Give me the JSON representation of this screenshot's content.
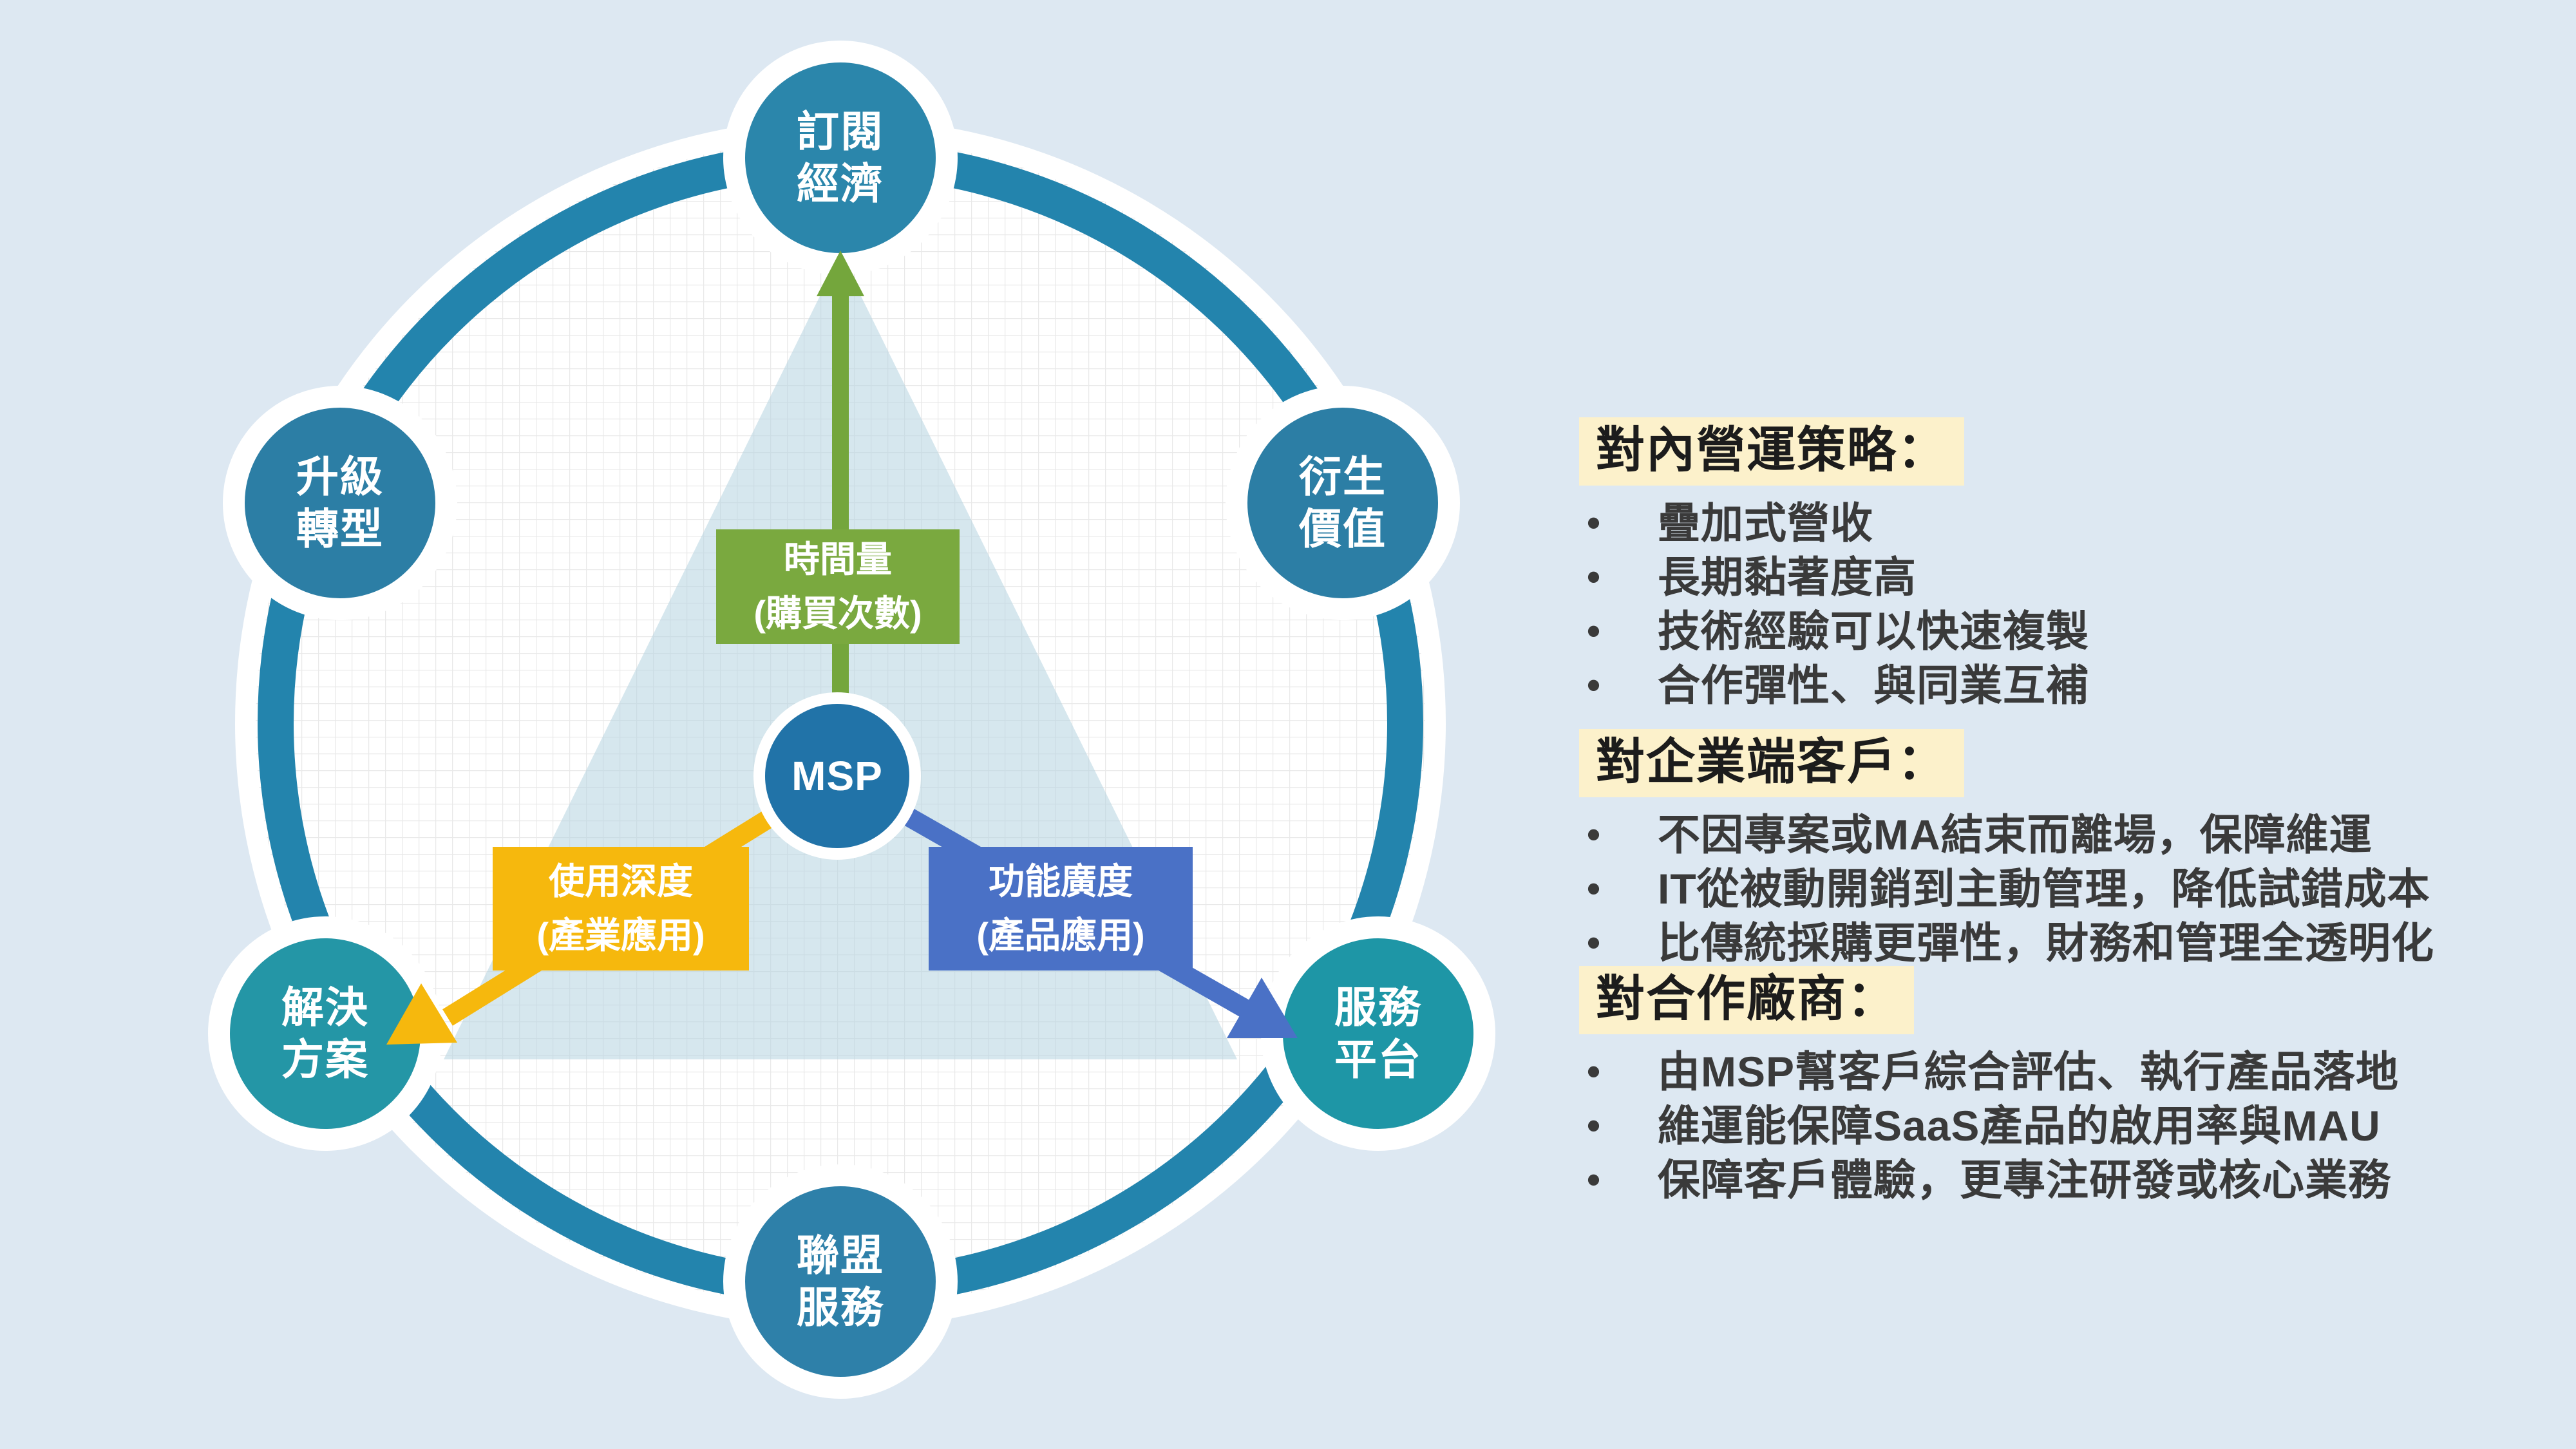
{
  "colors": {
    "background": "#dde8f2",
    "ring": "#2384ad",
    "ring_outer_band": "#ffffff",
    "circle_fill": "#ffffff",
    "grid_line": "#e9e9e9",
    "triangle_fill": "#b5d4e0",
    "node_top": "#2b86ab",
    "node_upper_left": "#2c7ea5",
    "node_upper_right": "#2c7ea5",
    "node_bottom_left": "#2496a6",
    "node_bottom_right": "#1e96a6",
    "node_bottom": "#2e80a9",
    "node_center": "#2173a8",
    "arrow_green": "#74a63c",
    "green_box": "#7aa93f",
    "arrow_yellow": "#f6b80d",
    "arrow_blue": "#4a71c6",
    "section_highlight": "#fcf1cb",
    "header_text": "#1c1c1c",
    "bullet_text": "#3a3a3a"
  },
  "diagram": {
    "center_node": {
      "label": "MSP"
    },
    "nodes": [
      {
        "id": "subscription-economy",
        "label": "訂閱\n經濟"
      },
      {
        "id": "upgrade-transformation",
        "label": "升級\n轉型"
      },
      {
        "id": "derived-value",
        "label": "衍生\n價值"
      },
      {
        "id": "solutions",
        "label": "解決\n方案"
      },
      {
        "id": "service-platform",
        "label": "服務\n平台"
      },
      {
        "id": "alliance-services",
        "label": "聯盟\n服務"
      }
    ],
    "axes": [
      {
        "id": "time-axis",
        "label": "時間量\n(購買次數)"
      },
      {
        "id": "depth-axis",
        "label": "使用深度\n(產業應用)"
      },
      {
        "id": "breadth-axis",
        "label": "功能廣度\n(產品應用)"
      }
    ]
  },
  "panel": {
    "bullet_char": "•",
    "sections": [
      {
        "title": "對內營運策略：",
        "bullets": [
          "疊加式營收",
          "長期黏著度高",
          "技術經驗可以快速複製",
          "合作彈性、與同業互補"
        ]
      },
      {
        "title": "對企業端客戶：",
        "bullets": [
          "不因專案或MA結束而離場，保障維運",
          "IT從被動開銷到主動管理，降低試錯成本",
          "比傳統採購更彈性，財務和管理全透明化"
        ]
      },
      {
        "title": "對合作廠商：",
        "bullets": [
          "由MSP幫客戶綜合評估、執行產品落地",
          "維運能保障SaaS產品的啟用率與MAU",
          "保障客戶體驗，更專注研發或核心業務"
        ]
      }
    ]
  }
}
